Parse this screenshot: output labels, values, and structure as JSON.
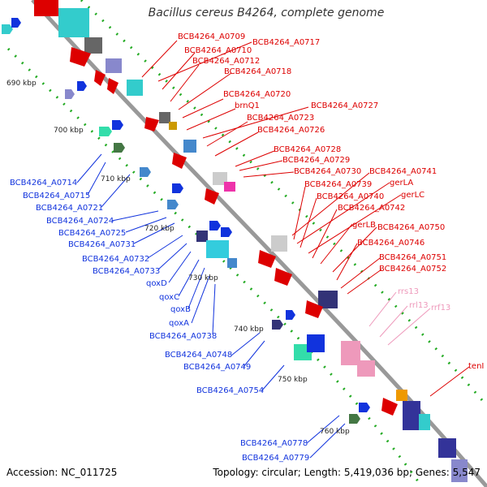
{
  "title": "Bacillus cereus B4264, complete genome",
  "footer": {
    "accession": "Accession: NC_011725",
    "summary": "Topology: circular; Length: 5,419,036 bp; Genes: 5,547"
  },
  "colors": {
    "forward": "#dd0000",
    "reverse": "#1133dd",
    "rna": "#ee99bb"
  },
  "kbp_labels": [
    "690 kbp",
    "700 kbp",
    "710 kbp",
    "720 kbp",
    "730 kbp",
    "740 kbp",
    "750 kbp",
    "760 kbp"
  ],
  "labels_red": [
    "BCB4264_A0709",
    "BCB4264_A0717",
    "BCB4264_A0710",
    "BCB4264_A0712",
    "BCB4264_A0718",
    "BCB4264_A0720",
    "brnQ1",
    "BCB4264_A0727",
    "BCB4264_A0723",
    "BCB4264_A0726",
    "BCB4264_A0728",
    "BCB4264_A0729",
    "BCB4264_A0730",
    "BCB4264_A0741",
    "BCB4264_A0739",
    "gerLA",
    "BCB4264_A0740",
    "gerLC",
    "BCB4264_A0742",
    "gerLB",
    "BCB4264_A0750",
    "BCB4264_A0746",
    "BCB4264_A0751",
    "BCB4264_A0752",
    "tenI"
  ],
  "labels_blue": [
    "BCB4264_A0714",
    "BCB4264_A0715",
    "BCB4264_A0721",
    "BCB4264_A0724",
    "BCB4264_A0725",
    "BCB4264_A0731",
    "BCB4264_A0732",
    "BCB4264_A0733",
    "qoxD",
    "qoxC",
    "qoxB",
    "qoxA",
    "BCB4264_A0738",
    "BCB4264_A0748",
    "BCB4264_A0749",
    "BCB4264_A0754",
    "BCB4264_A0778",
    "BCB4264_A0779"
  ],
  "labels_pink": [
    "rrs13",
    "rrl13",
    "rrf13"
  ]
}
